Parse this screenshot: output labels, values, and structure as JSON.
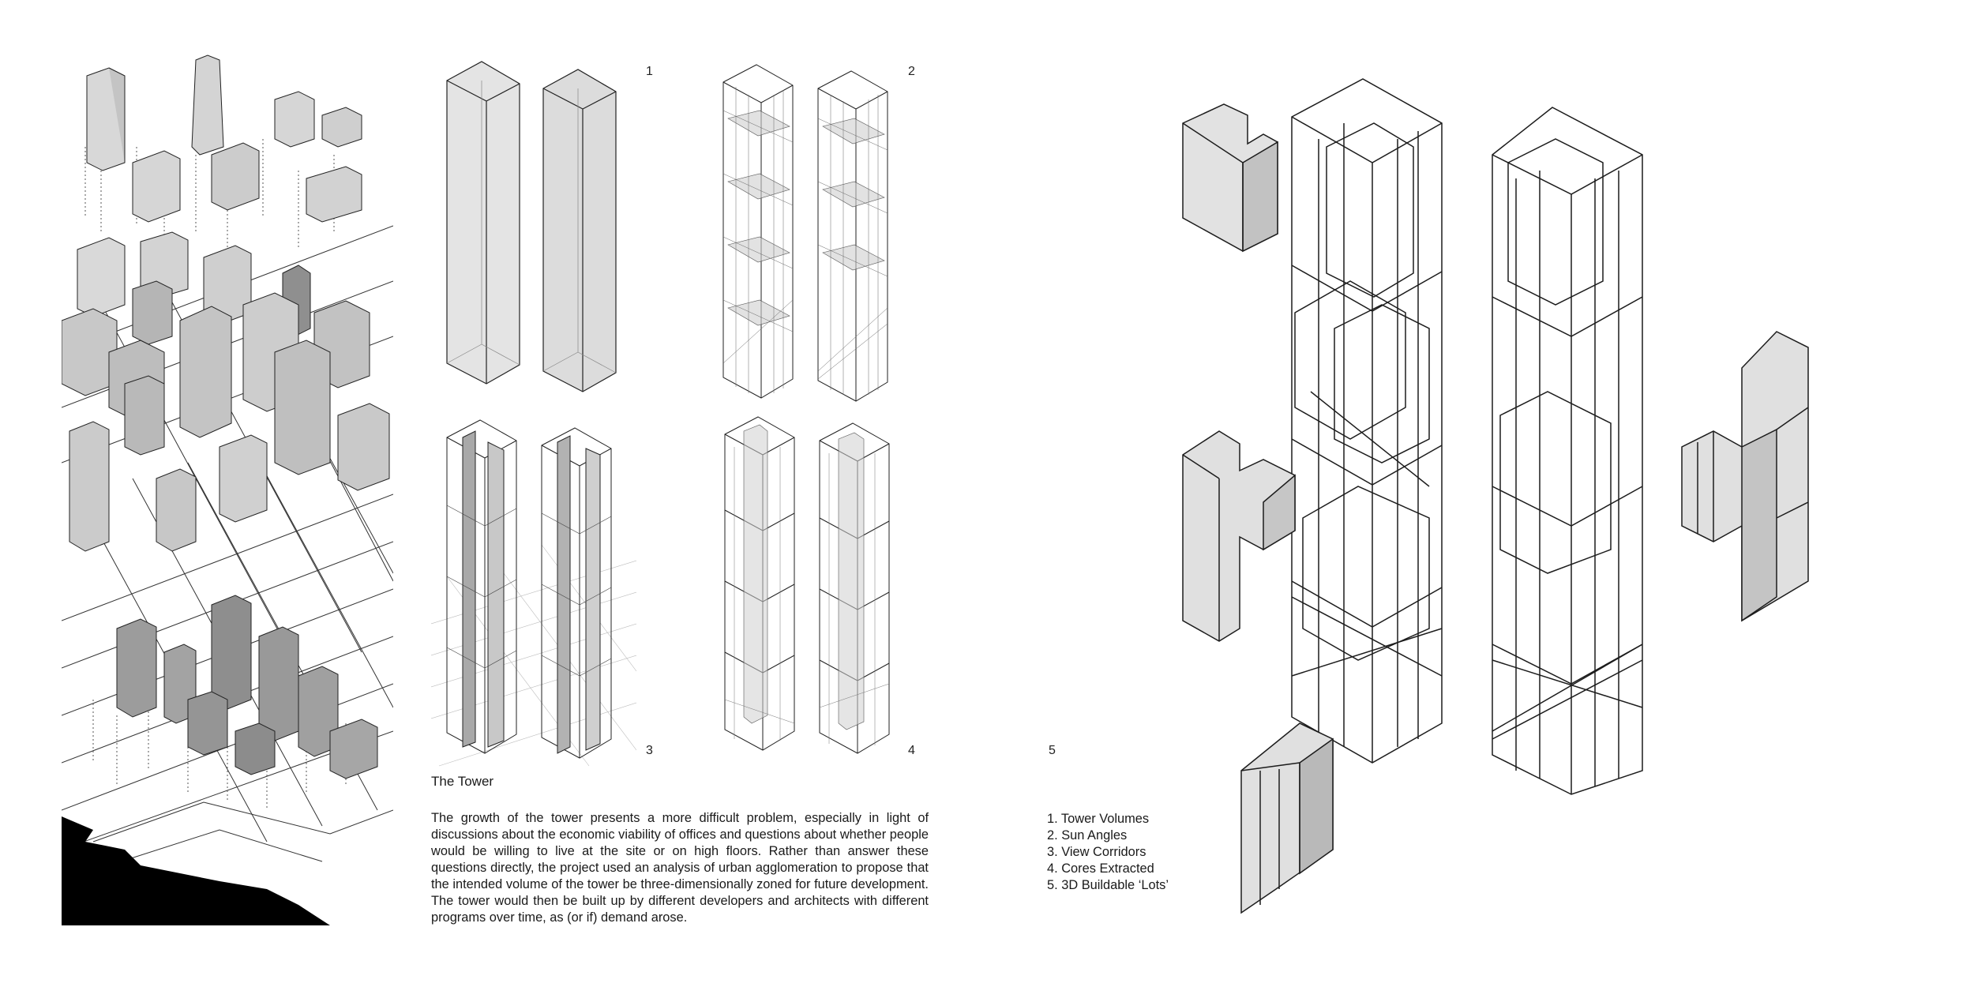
{
  "figure_numbers": [
    "1",
    "2",
    "3",
    "4",
    "5"
  ],
  "section_title": "The Tower",
  "body_text": "The growth of the tower presents a more difficult problem, especially in light of discussions about the economic viability of offices and questions about whether people would be willing to live at the site or on high floors.  Rather than answer these questions directly, the project used an analysis of urban agglomeration to propose that the intended volume of the tower be three-dimensionally zoned for future development.  The tower would then be built up by different developers and architects with different programs over time, as (or if) demand arose.",
  "legend": [
    "1. Tower Volumes",
    "2. Sun Angles",
    "3. View Corridors",
    "4. Cores Extracted",
    "5. 3D Buildable ‘Lots’"
  ],
  "colors": {
    "line": "#1c1c1c",
    "face_light": "#e6e6e6",
    "face_mid": "#c9c9c9",
    "face_dark": "#a6a6a6",
    "ground": "#000000"
  }
}
